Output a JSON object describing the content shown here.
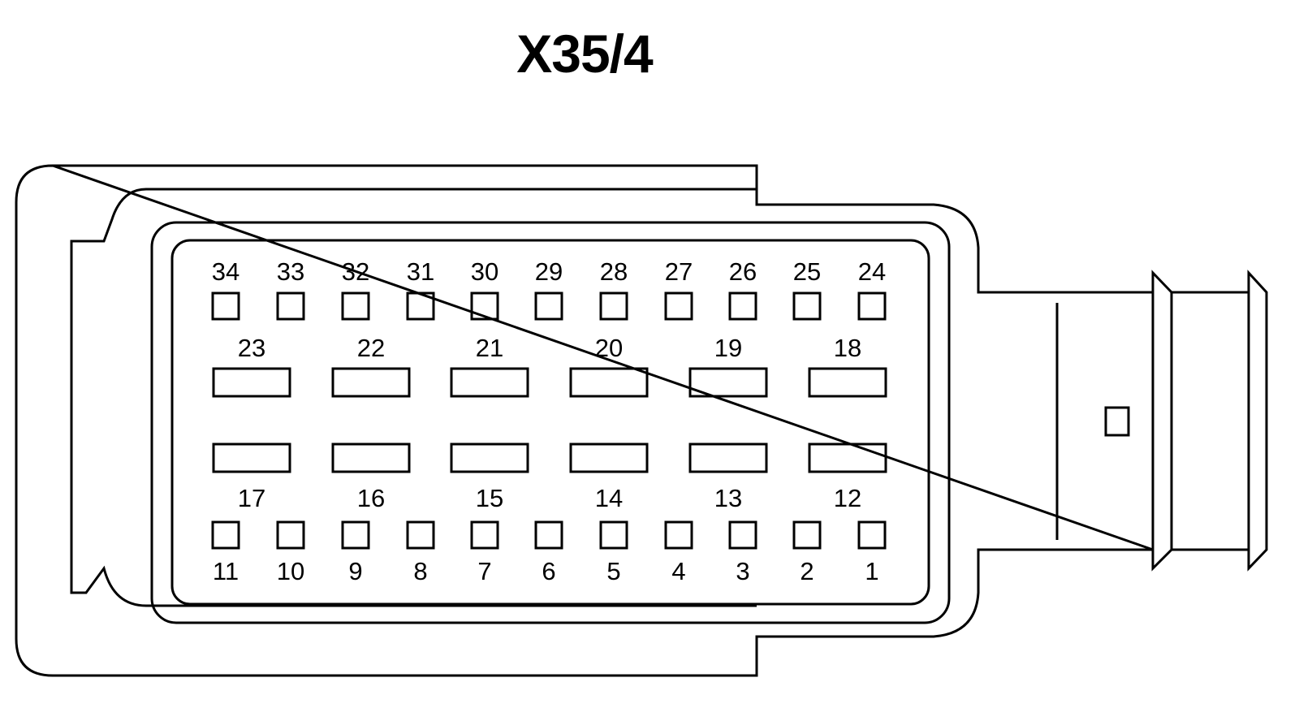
{
  "title": "X35/4",
  "colors": {
    "line": "#000000",
    "background": "#ffffff"
  },
  "pins": {
    "top_small": [
      "34",
      "33",
      "32",
      "31",
      "30",
      "29",
      "28",
      "27",
      "26",
      "25",
      "24"
    ],
    "upper_large": [
      "23",
      "22",
      "21",
      "20",
      "19",
      "18"
    ],
    "lower_large": [
      "17",
      "16",
      "15",
      "14",
      "13",
      "12"
    ],
    "bottom_small": [
      "11",
      "10",
      "9",
      "8",
      "7",
      "6",
      "5",
      "4",
      "3",
      "2",
      "1"
    ]
  }
}
